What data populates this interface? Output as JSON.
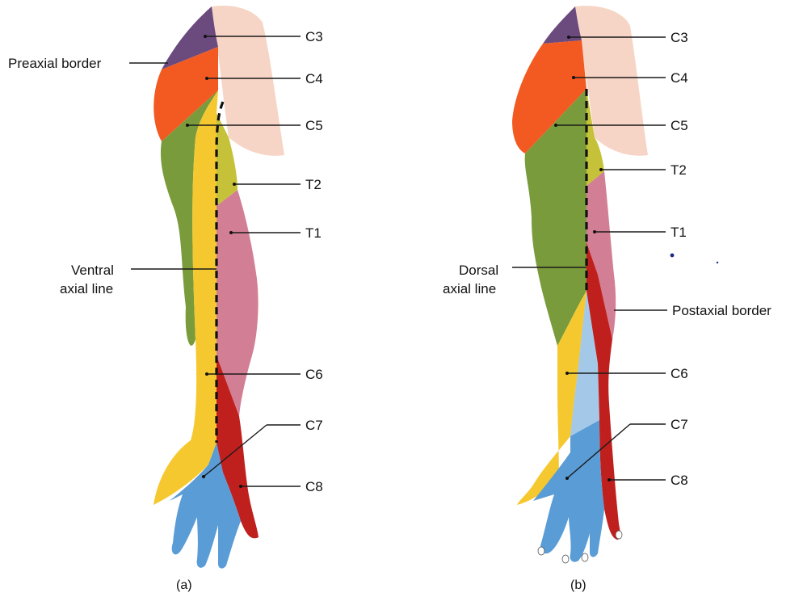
{
  "colors": {
    "C3": "#6b4a7e",
    "C4": "#f25a22",
    "C5": "#7a9b3c",
    "C6": "#f6c830",
    "C7": "#5a9cd6",
    "C8": "#c0201d",
    "T1": "#d27f95",
    "T2": "#c5c23a",
    "skin": "#f7d5c6"
  },
  "panel_a": {
    "caption": "(a)",
    "labels": {
      "C3": "C3",
      "C4": "C4",
      "C5": "C5",
      "T2": "T2",
      "T1": "T1",
      "C6": "C6",
      "C7": "C7",
      "C8": "C8"
    },
    "preaxial_border": "Preaxial border",
    "axial_line_1": "Ventral",
    "axial_line_2": "axial line"
  },
  "panel_b": {
    "caption": "(b)",
    "labels": {
      "C3": "C3",
      "C4": "C4",
      "C5": "C5",
      "T2": "T2",
      "T1": "T1",
      "C6": "C6",
      "C7": "C7",
      "C8": "C8"
    },
    "postaxial_border": "Postaxial border",
    "axial_line_1": "Dorsal",
    "axial_line_2": "axial line"
  }
}
